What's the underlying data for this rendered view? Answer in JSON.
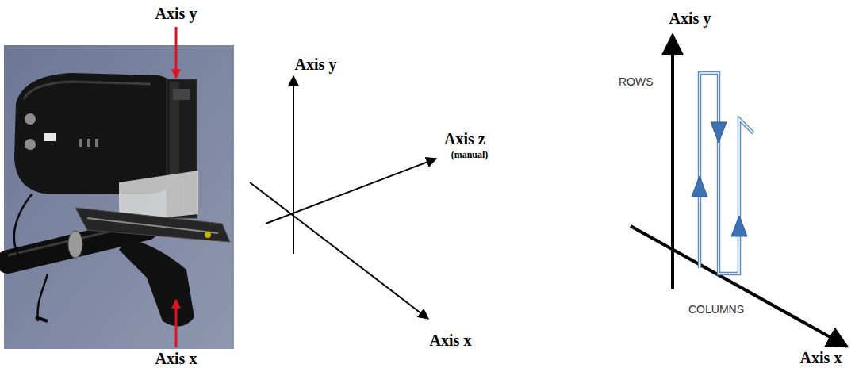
{
  "diagram": {
    "labels": [
      "Axis y",
      "Axis x",
      "Axis y",
      "Axis z",
      "(manual)",
      "Axis x",
      "Axis y",
      "ROWS",
      "COLUMNS",
      "Axis x"
    ]
  }
}
